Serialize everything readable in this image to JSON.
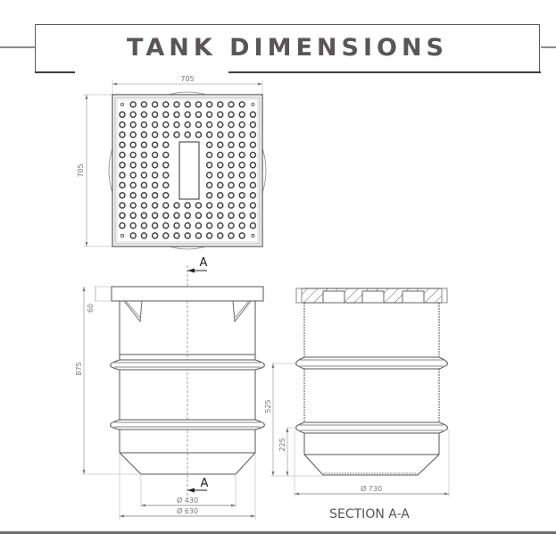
{
  "header": {
    "title": "TANK DIMENSIONS"
  },
  "top_view": {
    "width_label": "705",
    "height_label": "705",
    "grid_columns": 13,
    "grid_rows": 14
  },
  "side_view": {
    "section_marker_top": "A",
    "section_marker_bottom": "A",
    "lid_height_label": "60",
    "total_height_label": "875",
    "inner_base_diameter_label": "Ø 430",
    "outer_base_diameter_label": "Ø 630"
  },
  "section_view": {
    "rib_height_upper_label": "525",
    "rib_height_lower_label": "225",
    "max_diameter_label": "Ø 730",
    "caption": "SECTION A-A"
  },
  "colors": {
    "title_text": "#5c5557",
    "frame": "#5a5a5a",
    "line": "#555555",
    "rule": "#8a8a8a"
  }
}
